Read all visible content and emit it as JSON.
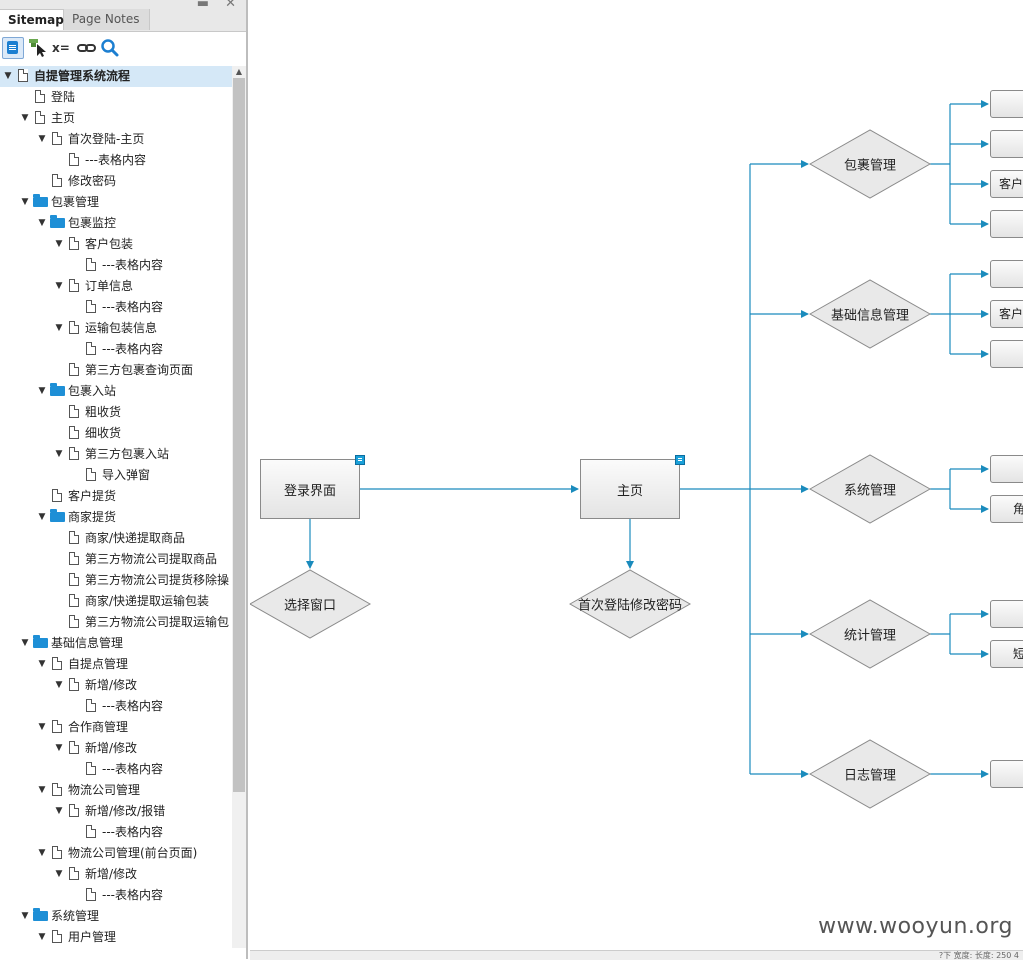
{
  "tabs": {
    "sitemap": "Sitemap",
    "page_notes": "Page Notes"
  },
  "window_controls": "▬ ✕",
  "toolbar": {
    "pages_icon": "pages-icon",
    "cursor_icon": "cursor-icon",
    "variables_label": "x=",
    "link_icon": "link-icon",
    "search_icon": "search-icon"
  },
  "tree": [
    {
      "label": "自提管理系统流程",
      "icon": "page",
      "expanded": true,
      "selected": true
    },
    {
      "label": "登陆",
      "icon": "page"
    },
    {
      "label": "主页",
      "icon": "page",
      "expanded": true
    },
    {
      "label": "首次登陆-主页",
      "icon": "page",
      "expanded": true
    },
    {
      "label": "---表格内容",
      "icon": "page"
    },
    {
      "label": "修改密码",
      "icon": "page"
    },
    {
      "label": "包裹管理",
      "icon": "folder",
      "expanded": true
    },
    {
      "label": "包裹监控",
      "icon": "folder",
      "expanded": true
    },
    {
      "label": "客户包装",
      "icon": "page",
      "expanded": true
    },
    {
      "label": "---表格内容",
      "icon": "page"
    },
    {
      "label": "订单信息",
      "icon": "page",
      "expanded": true
    },
    {
      "label": "---表格内容",
      "icon": "page"
    },
    {
      "label": "运输包装信息",
      "icon": "page",
      "expanded": true
    },
    {
      "label": "---表格内容",
      "icon": "page"
    },
    {
      "label": "第三方包裹查询页面",
      "icon": "page"
    },
    {
      "label": "包裹入站",
      "icon": "folder",
      "expanded": true
    },
    {
      "label": "粗收货",
      "icon": "page"
    },
    {
      "label": "细收货",
      "icon": "page"
    },
    {
      "label": "第三方包裹入站",
      "icon": "page",
      "expanded": true
    },
    {
      "label": "导入弹窗",
      "icon": "page"
    },
    {
      "label": "客户提货",
      "icon": "page"
    },
    {
      "label": "商家提货",
      "icon": "folder",
      "expanded": true
    },
    {
      "label": "商家/快递提取商品",
      "icon": "page"
    },
    {
      "label": "第三方物流公司提取商品",
      "icon": "page"
    },
    {
      "label": "第三方物流公司提货移除操",
      "icon": "page"
    },
    {
      "label": "商家/快递提取运输包装",
      "icon": "page"
    },
    {
      "label": "第三方物流公司提取运输包",
      "icon": "page"
    },
    {
      "label": "基础信息管理",
      "icon": "folder",
      "expanded": true
    },
    {
      "label": "自提点管理",
      "icon": "page",
      "expanded": true
    },
    {
      "label": "新增/修改",
      "icon": "page",
      "expanded": true
    },
    {
      "label": "---表格内容",
      "icon": "page"
    },
    {
      "label": "合作商管理",
      "icon": "page",
      "expanded": true
    },
    {
      "label": "新增/修改",
      "icon": "page",
      "expanded": true
    },
    {
      "label": "---表格内容",
      "icon": "page"
    },
    {
      "label": "物流公司管理",
      "icon": "page",
      "expanded": true
    },
    {
      "label": "新增/修改/报错",
      "icon": "page",
      "expanded": true
    },
    {
      "label": "---表格内容",
      "icon": "page"
    },
    {
      "label": "物流公司管理(前台页面)",
      "icon": "page",
      "expanded": true
    },
    {
      "label": "新增/修改",
      "icon": "page",
      "expanded": true
    },
    {
      "label": "---表格内容",
      "icon": "page"
    },
    {
      "label": "系统管理",
      "icon": "folder",
      "expanded": true
    },
    {
      "label": "用户管理",
      "icon": "page",
      "expanded": true
    }
  ],
  "diagram": {
    "login": "登录界面",
    "select_window": "选择窗口",
    "home": "主页",
    "first_login": "首次登陆修改密码",
    "pkg_mgmt": "包裹管理",
    "basic_info": "基础信息管理",
    "sys_mgmt": "系统管理",
    "stats_mgmt": "统计管理",
    "log_mgmt": "日志管理",
    "box_customer_1": "客户",
    "box_customer_2": "客户",
    "box_role": "角",
    "box_short": "短"
  },
  "watermark": "www.wooyun.org",
  "status_text": "?下 宽度: 长度: 250 4"
}
